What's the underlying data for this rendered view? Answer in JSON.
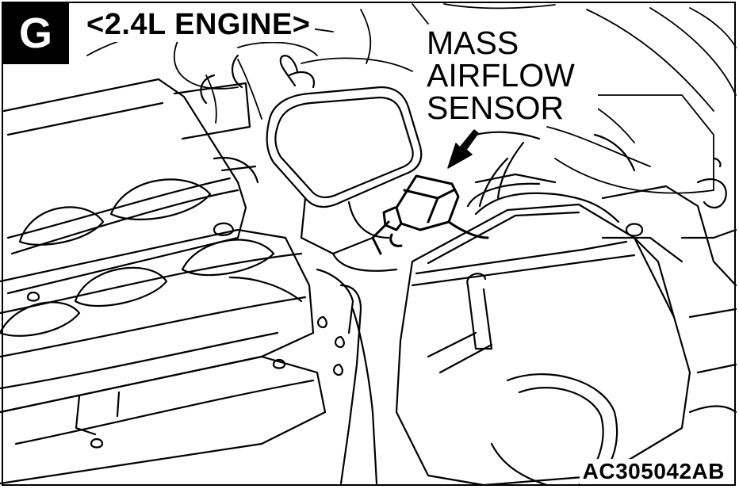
{
  "figure": {
    "badge_letter": "G",
    "engine_heading": "<2.4L ENGINE>",
    "callout_lines": [
      "MASS",
      "AIRFLOW",
      "SENSOR"
    ],
    "figure_code": "AC305042AB"
  }
}
